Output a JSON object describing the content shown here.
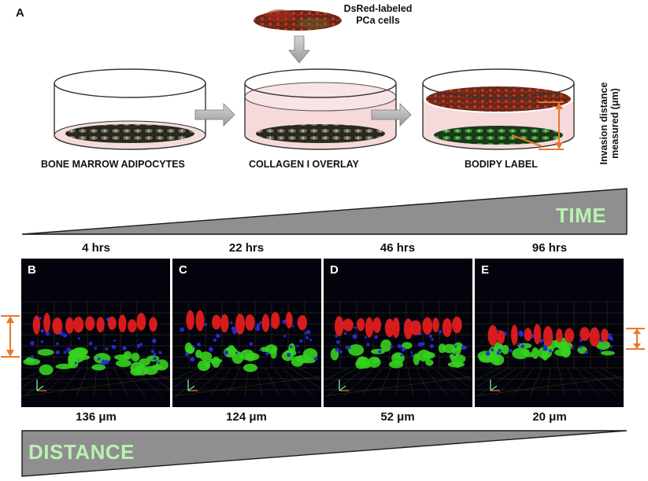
{
  "panel_a": {
    "letter": "A",
    "cells_label_line1": "DsRed-labeled",
    "cells_label_line2": "PCa cells",
    "steps": [
      {
        "label": "BONE MARROW ADIPOCYTES"
      },
      {
        "label": "COLLAGEN I OVERLAY"
      },
      {
        "label": "BODIPY LABEL"
      }
    ],
    "measure_label_line1": "Invasion distance",
    "measure_label_line2": "measured (μm)"
  },
  "time_word": "TIME",
  "distance_word": "DISTANCE",
  "panels": [
    {
      "letter": "B",
      "time": "4 hrs",
      "distance": "136 μm",
      "distance_value_um": 136
    },
    {
      "letter": "C",
      "time": "22 hrs",
      "distance": "124 μm",
      "distance_value_um": 124
    },
    {
      "letter": "D",
      "time": "46 hrs",
      "distance": "52 μm",
      "distance_value_um": 52
    },
    {
      "letter": "E",
      "time": "96 hrs",
      "distance": "20 μm",
      "distance_value_um": 20
    }
  ],
  "colors": {
    "dsred_cells": "#e01c1c",
    "bodipy": "#35d11f",
    "nuclei": "#2a2ad8",
    "arrow_orange": "#e8782c",
    "wedge_gray": "#8f8f8f",
    "accent_text": "#b9f2b0"
  }
}
